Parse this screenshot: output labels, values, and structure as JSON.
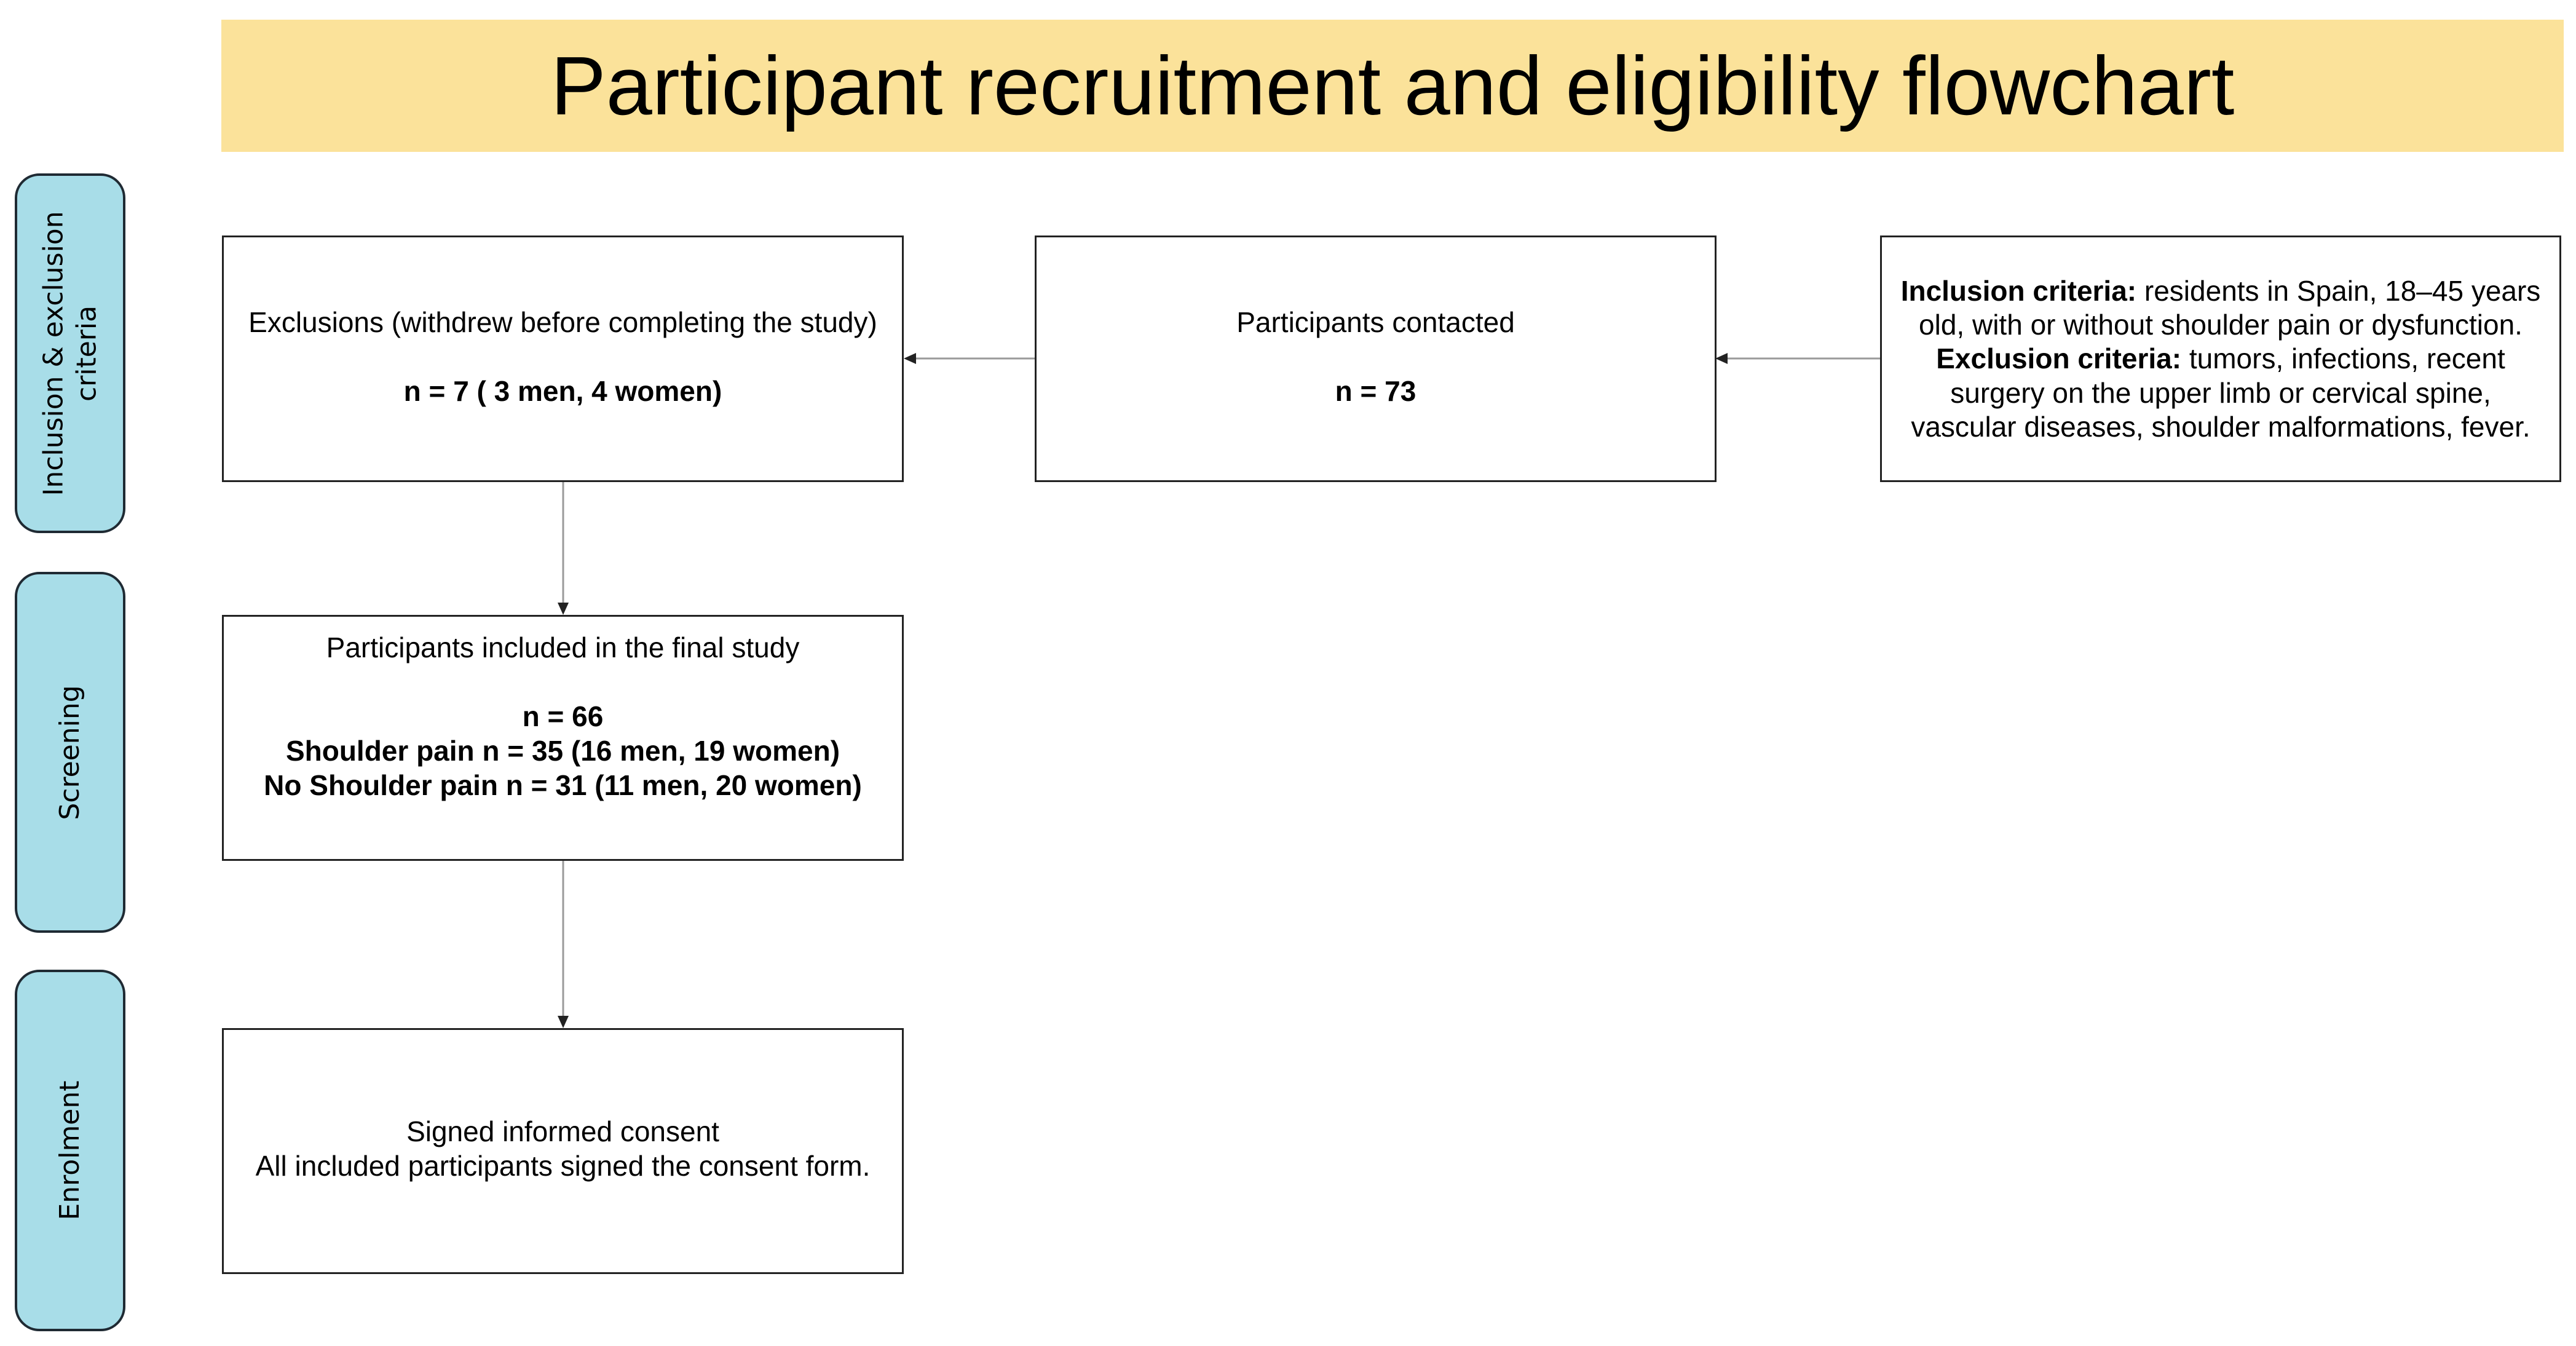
{
  "title": "Participant recruitment and eligibility flowchart",
  "phases": {
    "inclusion": {
      "line1": "Inclusion & exclusion",
      "line2": "criteria"
    },
    "screening": {
      "label": "Screening"
    },
    "enrolment": {
      "label": "Enrolment"
    }
  },
  "boxes": {
    "exclusions": {
      "heading": "Exclusions (withdrew before completing the study)",
      "count": "n = 7 ( 3 men, 4 women)"
    },
    "contacted": {
      "heading": "Participants contacted",
      "count": "n = 73"
    },
    "criteria": {
      "inclusion_label": "Inclusion criteria:",
      "inclusion_text_1": " residents in Spain, 18–45 years",
      "inclusion_text_2": "old, with or without shoulder pain or dysfunction.",
      "exclusion_label": "Exclusion criteria:",
      "exclusion_text_1": " tumors, infections, recent",
      "exclusion_text_2": "surgery on the upper limb or cervical spine,",
      "exclusion_text_3": "vascular diseases, shoulder malformations, fever."
    },
    "included": {
      "heading": "Participants included in the final study",
      "count": "n = 66",
      "shoulder_pain": "Shoulder pain n = 35 (16 men, 19 women)",
      "no_shoulder_pain": "No Shoulder pain n = 31 (11 men, 20 women)"
    },
    "consent": {
      "heading": "Signed informed consent",
      "detail": "All included participants signed the consent form."
    }
  },
  "colors": {
    "title_banner": "#FBE29A",
    "phase_fill": "#A8DDE8",
    "connector": "#9a9a9a"
  }
}
